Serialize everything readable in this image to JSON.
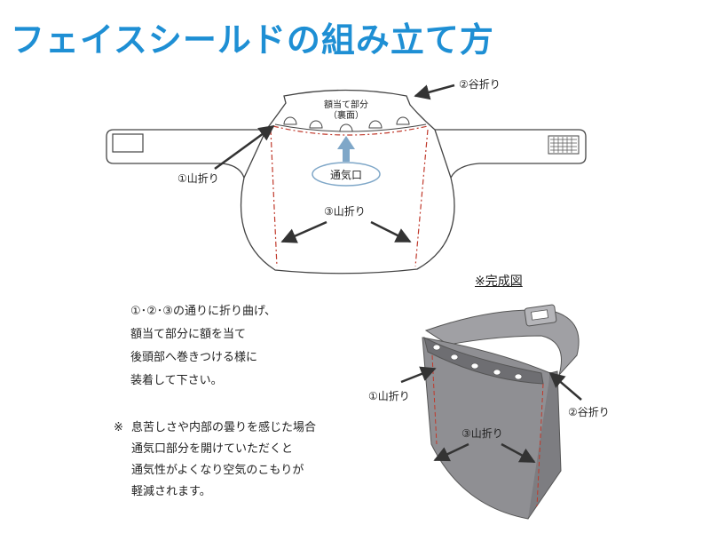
{
  "title": "フェイスシールドの組み立て方",
  "flat": {
    "forehead_label": "額当て部分",
    "forehead_sub": "（裏面）",
    "valley_fold": "②谷折り",
    "mountain_fold_1": "①山折り",
    "vent_label": "通気口",
    "mountain_fold_3": "③山折り"
  },
  "instructions": [
    "①･②･③の通りに折り曲げ、",
    "額当て部分に額を当て",
    "後頭部へ巻きつける様に",
    "装着して下さい。"
  ],
  "note": {
    "mark": "※",
    "lines": [
      "息苦しさや内部の曇りを感じた場合",
      "通気口部分を開けていただくと",
      "通気性がよくなり空気のこもりが",
      "軽減されます。"
    ]
  },
  "completed": {
    "heading": "※完成図",
    "mountain_fold_1": "①山折り",
    "valley_fold": "②谷折り",
    "mountain_fold_3": "③山折り"
  },
  "colors": {
    "title": "#1e8fd4",
    "fold_line": "#c0392b",
    "vent_arrow": "#7fa7c8",
    "shield_fill": "#8f8f93"
  }
}
